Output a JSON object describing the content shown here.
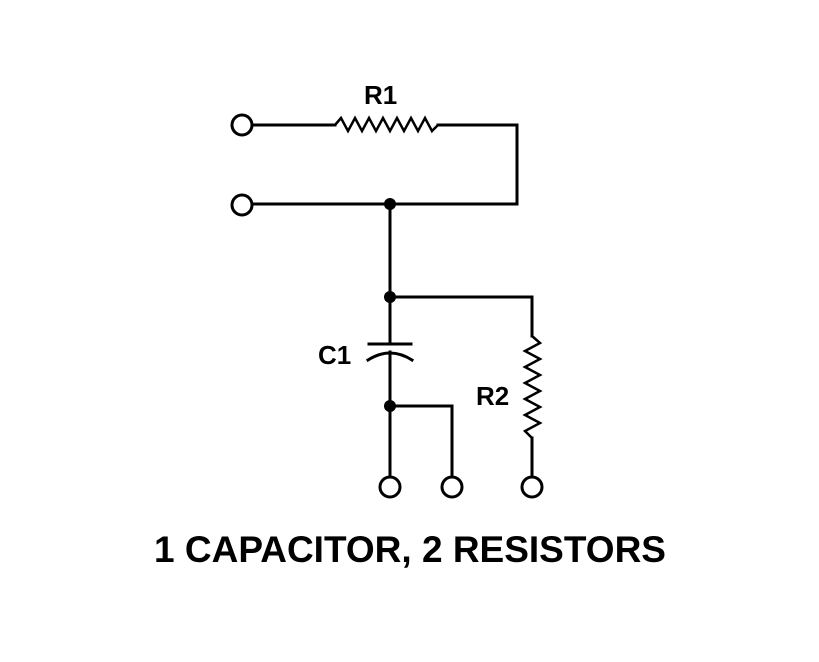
{
  "diagram": {
    "title": "1 CAPACITOR, 2 RESISTORS",
    "components": [
      {
        "id": "R1",
        "type": "resistor",
        "label": "R1"
      },
      {
        "id": "C1",
        "type": "capacitor",
        "label": "C1"
      },
      {
        "id": "R2",
        "type": "resistor",
        "label": "R2"
      }
    ],
    "terminals": [
      "terminal-top-left-1",
      "terminal-top-left-2",
      "terminal-bottom-1",
      "terminal-bottom-2",
      "terminal-bottom-3"
    ],
    "junctions": 3,
    "colors": {
      "line": "#000000",
      "background": "#ffffff"
    }
  }
}
